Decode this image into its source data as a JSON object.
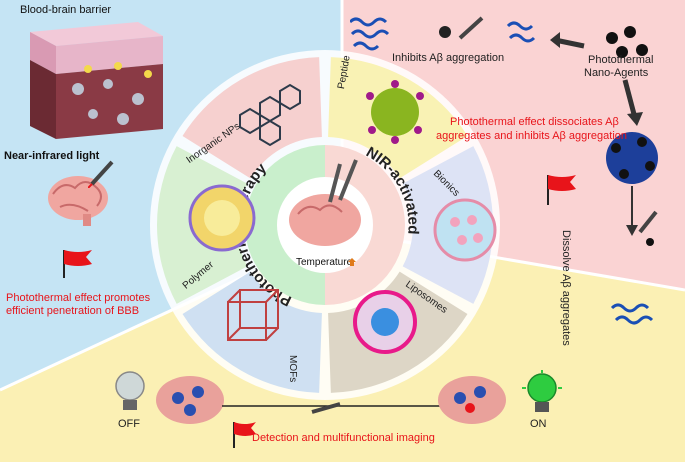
{
  "corners": {
    "top_left": {
      "bbb_title": "Blood-brain barrier",
      "light_label": "Near-infrared light",
      "caption_line1": "Photothermal effect promotes",
      "caption_line2": "efficient penetration of BBB"
    },
    "top_right": {
      "inhibits_label": "Inhibits Aβ aggregation",
      "agents_line1": "Photothermal",
      "agents_line2": "Nano-Agents",
      "dissociate_line1": "Photothermal effect dissociates Aβ",
      "dissociate_line2": "aggregates and inhibits Aβ aggregation",
      "dissolve_label": "Dissolve Aβ aggregates"
    },
    "bottom": {
      "off_label": "OFF",
      "on_label": "ON",
      "detection_label": "Detection and multifunctional imaging"
    }
  },
  "center": {
    "left_label": "Photothermal therapy",
    "right_label": "NIR-activated",
    "temperature_label": "Temperature"
  },
  "ring_segments": [
    {
      "label": "Inorganic NPs",
      "color": "#f6d0cf"
    },
    {
      "label": "Peptide",
      "color": "#f9f2b4"
    },
    {
      "label": "Bionics",
      "color": "#dde3f5"
    },
    {
      "label": "Liposomes",
      "color": "#ddd6c6"
    },
    {
      "label": "MOFs",
      "color": "#cfe0f2"
    },
    {
      "label": "Polymer",
      "color": "#d8f0d2"
    }
  ],
  "colors": {
    "bg_top_left": "#c5e4f4",
    "bg_top_right": "#fad3d3",
    "bg_bottom": "#fbf0b4",
    "accent_red": "#e8141a"
  }
}
